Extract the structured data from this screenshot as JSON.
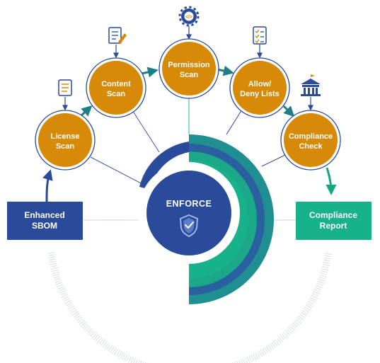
{
  "center": {
    "label": "ENFORCE"
  },
  "input": {
    "line1": "Enhanced",
    "line2": "SBOM"
  },
  "output": {
    "line1": "Compliance",
    "line2": "Report"
  },
  "stages": [
    {
      "line1": "License",
      "line2": "Scan",
      "icon": "scroll-icon"
    },
    {
      "line1": "Content",
      "line2": "Scan",
      "icon": "document-edit-icon"
    },
    {
      "line1": "Permission",
      "line2": "Scan",
      "icon": "gear-code-icon"
    },
    {
      "line1": "Allow/",
      "line2": "Deny Lists",
      "icon": "checklist-icon"
    },
    {
      "line1": "Compliance",
      "line2": "Check",
      "icon": "courthouse-icon"
    }
  ],
  "colors": {
    "navy": "#2a4a9a",
    "orange": "#d68a07",
    "green": "#18b28a",
    "teal": "#167c8c",
    "arrow": "#1e7f8a",
    "line": "#c5cde0"
  }
}
